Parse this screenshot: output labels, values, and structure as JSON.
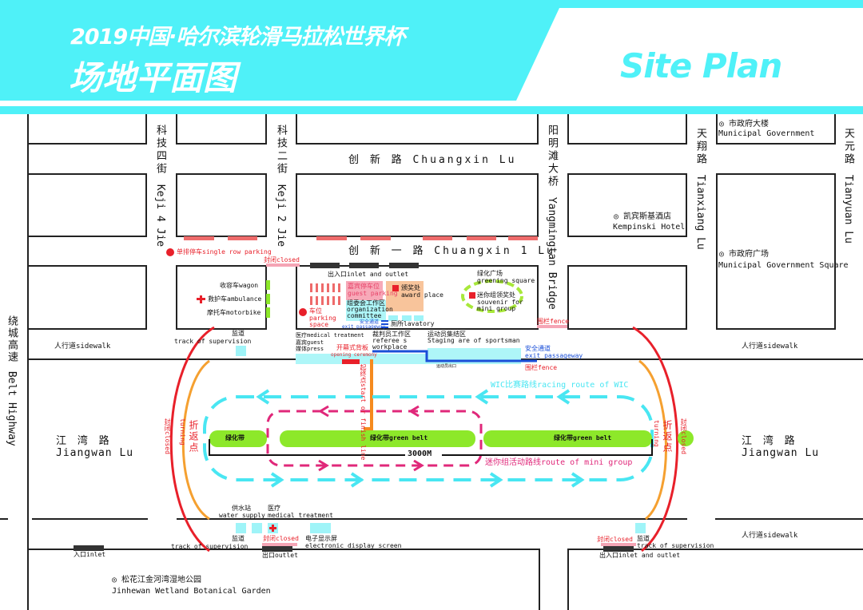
{
  "header": {
    "title_line1": "2019中国·哈尔滨轮滑马拉松世界杯",
    "title_line2": "场地平面图",
    "site_plan": "Site Plan",
    "accent_color": "#4ff1f8"
  },
  "roads": {
    "keji4_cn": "科技四街",
    "keji4_en": "Keji 4 Jie",
    "keji2_cn": "科技二街",
    "keji2_en": "Keji 2 Jie",
    "yangmingtan_cn": "阳明滩大桥",
    "yangmingtan_en": "Yangmingtan Bridge",
    "tianxiang_cn": "天翔路",
    "tianxiang_en": "Tianxiang Lu",
    "tianyuan_cn": "天元路",
    "tianyuan_en": "Tianyuan Lu",
    "belt_cn": "绕城高速",
    "belt_en": "Belt Highway",
    "chuangxin": "创 新 路 Chuangxin Lu",
    "chuangxin1": "创 新 一 路 Chuangxin 1 Lu",
    "jiangwan_left_cn": "江 湾 路",
    "jiangwan_left_en": "Jiangwan Lu",
    "jiangwan_right_cn": "江 湾 路",
    "jiangwan_right_en": "Jiangwan Lu",
    "sidewalk": "人行道sidewalk"
  },
  "landmarks": {
    "gov_cn": "◎ 市政府大楼",
    "gov_en": "Municipal Government",
    "hotel_cn": "◎ 凯宾斯基酒店",
    "hotel_en": "Kempinski Hotel",
    "square_cn": "◎ 市政府广场",
    "square_en": "Municipal Government Square",
    "park_cn": "◎ 松花江金河湾湿地公园",
    "park_en": "Jinhewan Wetland Botanical Garden"
  },
  "facilities": {
    "single_row_parking": "单排停车single row parking",
    "closed": "封闭closed",
    "inlet_outlet": "出入口inlet and outlet",
    "guest_parking_cn": "嘉宾停车位",
    "guest_parking_en": "guest parking",
    "award_cn": "颁奖处",
    "award_en": "award place",
    "org_cn": "组委会工作区",
    "org_en1": "organization",
    "org_en2": "committee",
    "parking_cn": "车位",
    "parking_en1": "parking",
    "parking_en2": "space",
    "exit_small_cn": "安全通道",
    "exit_small_en": "exit passageway",
    "lavatory": "厕所lavatory",
    "greening_cn": "绿化广场",
    "greening_en": "greening square",
    "souvenir_cn": "迷你组领奖处",
    "souvenir_en1": "souvenir for",
    "souvenir_en2": "mini group",
    "fence": "围栏fence",
    "wagon": "收容车wagon",
    "ambulance": "救护车ambulance",
    "motorbike": "摩托车motorbike",
    "supervision_cn": "监道",
    "supervision_en": "track of supervision",
    "medical": "医疗medical treatment",
    "guest": "嘉宾guest",
    "press": "媒体press",
    "opening_cn": "开幕式背板",
    "opening_en": "opening ceremony",
    "referee_cn": "裁判员工作区",
    "referee_en1": "referee s",
    "referee_en2": "workplace",
    "staging_cn": "运动员集结区",
    "staging_en": "Staging are of sportsman",
    "exit_cn": "安全通道",
    "exit_en": "exit passageway",
    "athlete_exit": "运动员出口",
    "start_cn": "起终点",
    "start_en": "start or finish line",
    "turning_cn": "折返点",
    "turning_en": "turning",
    "closed_v": "封闭closed",
    "water_cn": "供水站",
    "water_en": "water supply",
    "medical2_cn": "医疗",
    "medical2_en": "medical treatment",
    "screen_cn": "电子显示屏",
    "screen_en": "electronic display screen",
    "outlet": "出口outlet",
    "inlet": "入口inlet"
  },
  "course": {
    "wic_route": "WIC比赛路线racing route of WIC",
    "mini_route": "迷你组活动路线route of mini group",
    "green_belt_short": "绿化带",
    "green_belt": "绿化带green belt",
    "distance": "3000M",
    "wic_color": "#49e6f2",
    "mini_color": "#e0287a",
    "belt_color": "#8de82a"
  }
}
